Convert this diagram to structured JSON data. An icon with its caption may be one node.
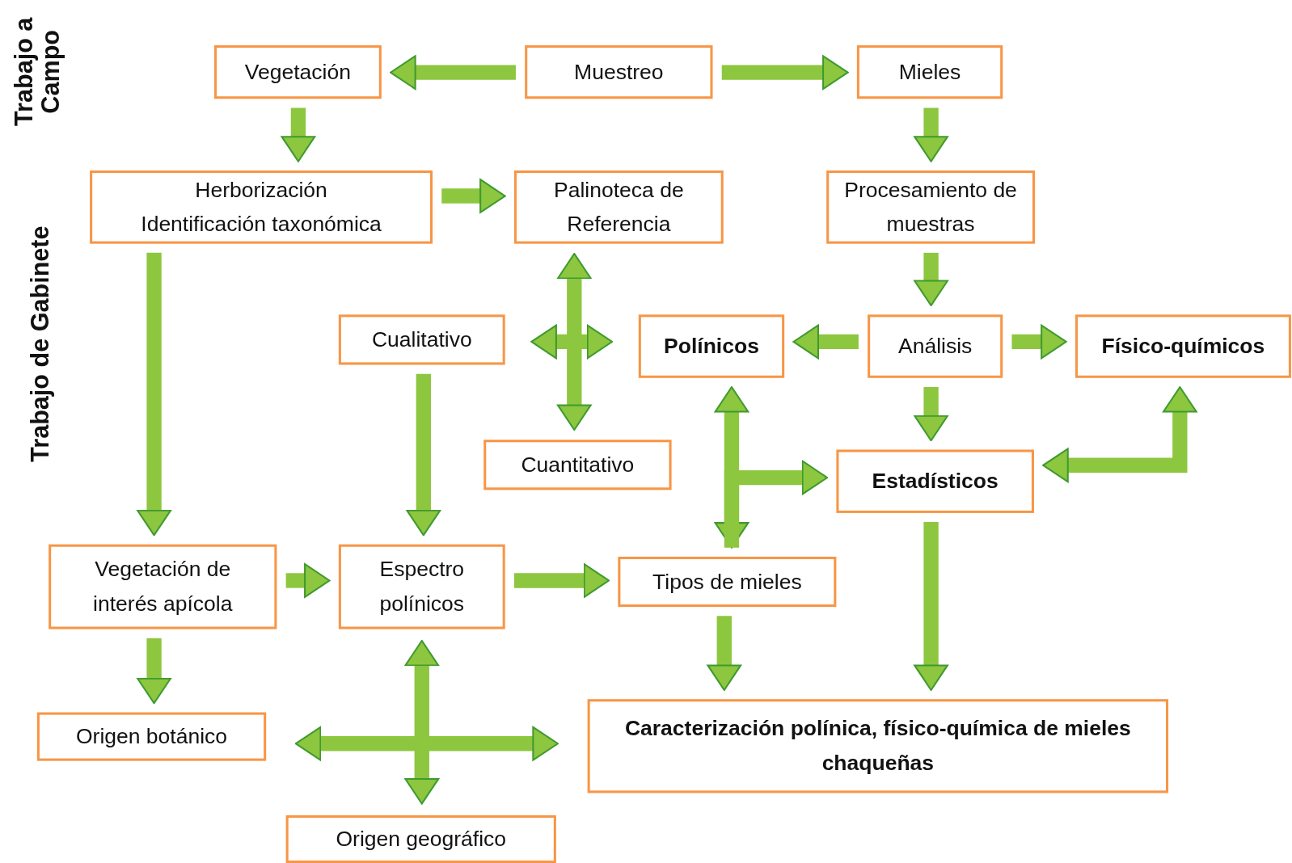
{
  "diagram": {
    "nodes": [
      {
        "text": [
          "Vegetación"
        ]
      },
      {
        "text": [
          "Muestreo"
        ]
      },
      {
        "text": [
          "Mieles"
        ]
      },
      {
        "text": [
          "Herborización",
          "Identificación taxonómica"
        ]
      },
      {
        "text": [
          "Palinoteca de Referencia"
        ]
      },
      {
        "text": [
          "Procesamiento de muestras"
        ]
      },
      {
        "text": [
          "Cualitativo"
        ]
      },
      {
        "text": [
          "Polínicos"
        ]
      },
      {
        "text": [
          "Análisis"
        ]
      },
      {
        "text": [
          "Físico-químicos"
        ]
      },
      {
        "text": [
          "Cuantitativo"
        ]
      },
      {
        "text": [
          "Estadísticos"
        ]
      },
      {
        "text": [
          "Vegetación de interés apícola"
        ]
      },
      {
        "text": [
          "Espectro polínicos"
        ]
      },
      {
        "text": [
          "Tipos de mieles"
        ]
      },
      {
        "text": [
          "Origen botánico"
        ]
      },
      {
        "text": [
          "Caracterización polínica, físico-química de mieles chaqueñas"
        ]
      },
      {
        "text": [
          "Origen geográfico"
        ]
      }
    ],
    "edges": [
      {
        "from": 1,
        "to": 0,
        "arrow": "to"
      },
      {
        "from": 1,
        "to": 2,
        "arrow": "to"
      },
      {
        "from": 0,
        "to": 3,
        "arrow": "to"
      },
      {
        "from": 2,
        "to": 5,
        "arrow": "to"
      },
      {
        "from": 3,
        "to": 4,
        "arrow": "to"
      },
      {
        "from": 5,
        "to": 8,
        "arrow": "to"
      },
      {
        "from": 8,
        "to": 7,
        "arrow": "to"
      },
      {
        "from": 8,
        "to": 9,
        "arrow": "to"
      },
      {
        "from": 8,
        "to": 11,
        "arrow": "to"
      },
      {
        "from": 9,
        "to": 11,
        "arrow": "both"
      },
      {
        "from": 3,
        "to": 12,
        "arrow": "to"
      },
      {
        "from": 6,
        "to": 13,
        "arrow": "to"
      },
      {
        "from": 4,
        "to": 10,
        "arrow": "both"
      },
      {
        "from": 6,
        "to": 7,
        "arrow": "both"
      },
      {
        "from": 7,
        "to": 14,
        "arrow": "both"
      },
      {
        "from": 14,
        "to": 11,
        "arrow": "to"
      },
      {
        "from": 12,
        "to": 13,
        "arrow": "to"
      },
      {
        "from": 13,
        "to": 14,
        "arrow": "to"
      },
      {
        "from": 12,
        "to": 15,
        "arrow": "to"
      },
      {
        "from": 14,
        "to": 16,
        "arrow": "to"
      },
      {
        "from": 11,
        "to": 16,
        "arrow": "to"
      },
      {
        "from": 15,
        "to": 16,
        "arrow": "both"
      },
      {
        "from": 13,
        "to": 17,
        "arrow": "both"
      }
    ],
    "labels": [
      "Trabajo a Campo",
      "Trabajo de Gabinete"
    ]
  }
}
